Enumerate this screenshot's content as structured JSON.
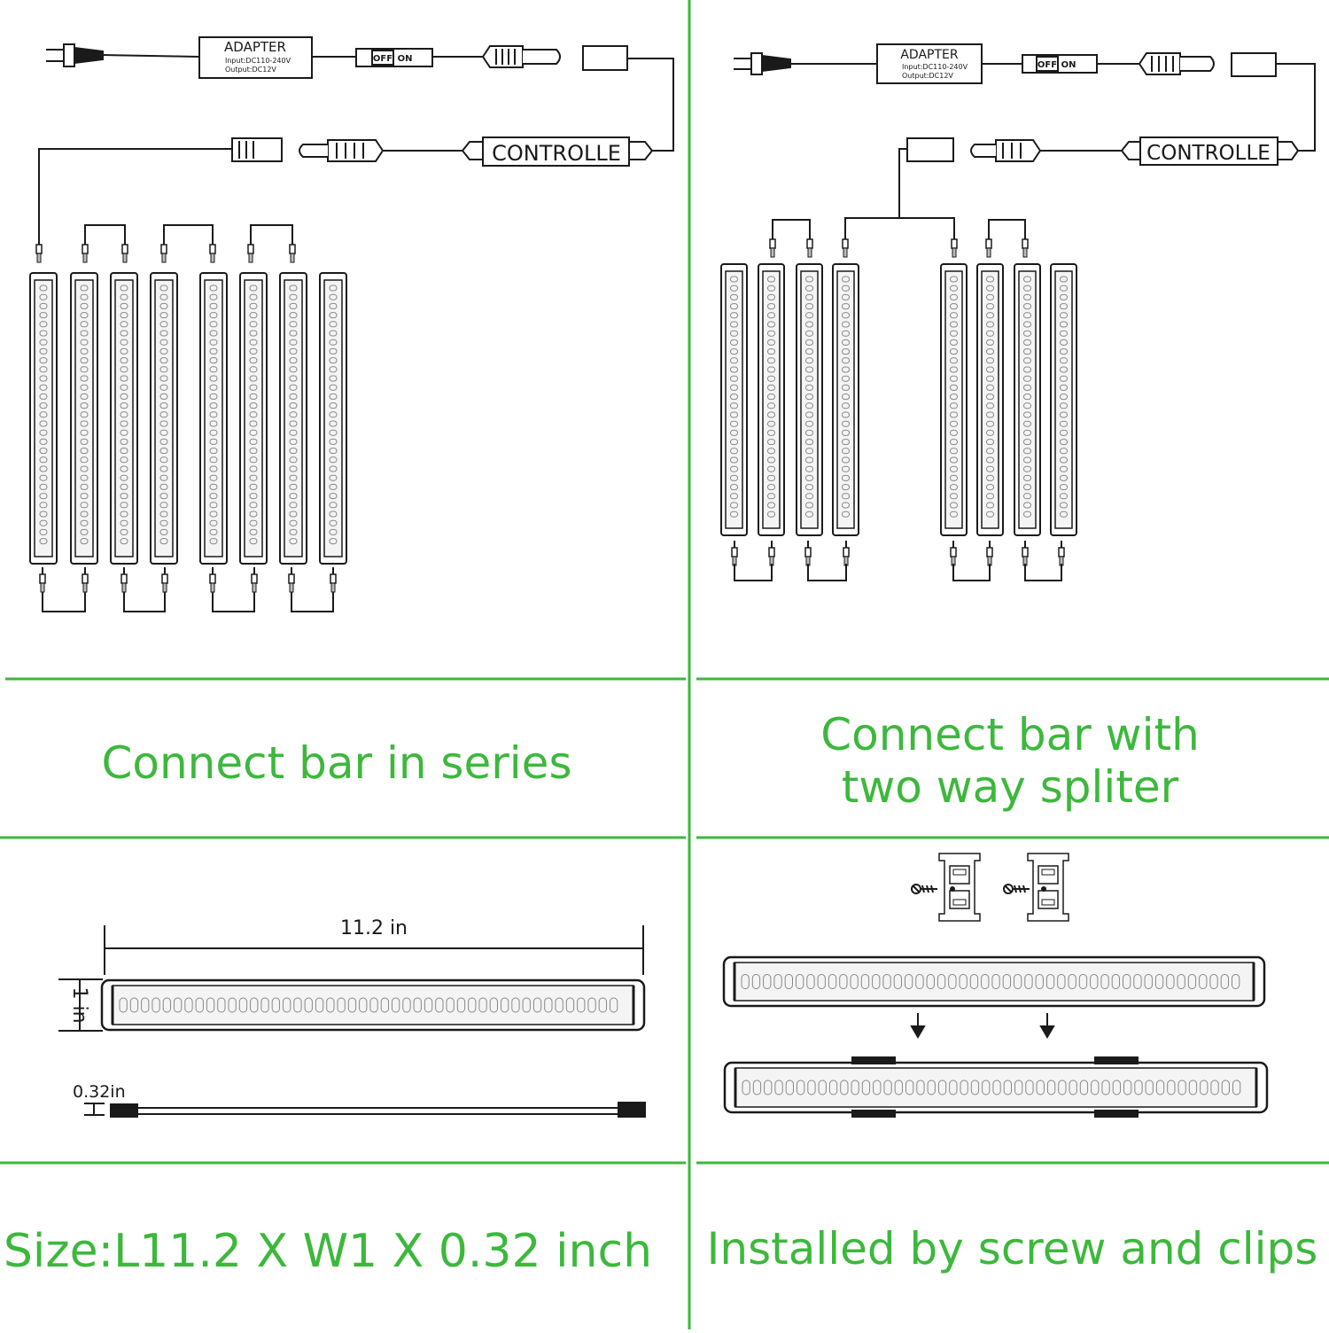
{
  "colors": {
    "accent_green": "#3cb83c",
    "line": "#1a1a1a",
    "bar_fill": "#f4f4f4"
  },
  "left_panel": {
    "adapter": {
      "title": "ADAPTER",
      "input": "Input:DC110-240V",
      "output": "Output:DC12V"
    },
    "switch": {
      "off": "OFF",
      "on": "ON"
    },
    "controller_label": "CONTROLLE",
    "caption": "Connect bar in series",
    "bar_count": 8
  },
  "right_panel": {
    "adapter": {
      "title": "ADAPTER",
      "input": "Input:DC110-240V",
      "output": "Output:DC12V"
    },
    "switch": {
      "off": "OFF",
      "on": "ON"
    },
    "controller_label": "CONTROLLE",
    "caption_line1": "Connect bar with",
    "caption_line2": "two way spliter",
    "bar_count": 8
  },
  "dimensions": {
    "length": "11.2 in",
    "width": "1 in",
    "thickness": "0.32in",
    "caption": "Size:L11.2 X W1 X 0.32 inch"
  },
  "install": {
    "caption": "Installed by screw and clips"
  },
  "icons": [
    "plug-icon",
    "screw-icon",
    "clip-icon",
    "arrow-down-icon"
  ]
}
